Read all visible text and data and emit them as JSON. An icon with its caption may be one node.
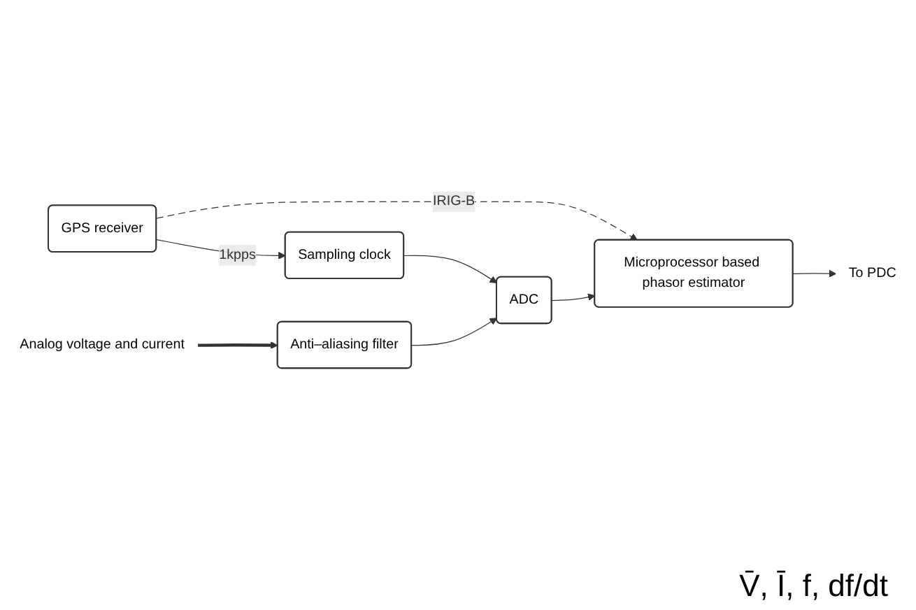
{
  "diagram": {
    "nodes": [
      {
        "text": [
          "GPS receiver"
        ]
      },
      {
        "text": [
          "Sampling clock"
        ]
      },
      {
        "text": [
          "Analog voltage and current"
        ]
      },
      {
        "text": [
          "Anti–aliasing filter"
        ]
      },
      {
        "text": [
          "ADC"
        ]
      },
      {
        "text": [
          "Microprocessor based phasor estimator"
        ]
      },
      {
        "text": [
          "To PDC"
        ]
      }
    ],
    "edges": [
      {
        "from": 0,
        "to": 1,
        "arrow": "to",
        "label": "1kpps"
      },
      {
        "from": 0,
        "to": 5,
        "arrow": "to",
        "label": "IRIG-B",
        "style": "dashed"
      },
      {
        "from": 2,
        "to": 3,
        "arrow": "to",
        "style": "thick"
      },
      {
        "from": 1,
        "to": 4,
        "arrow": "to"
      },
      {
        "from": 3,
        "to": 4,
        "arrow": "to"
      },
      {
        "from": 4,
        "to": 5,
        "arrow": "to"
      },
      {
        "from": 5,
        "to": 6,
        "arrow": "to"
      }
    ],
    "labels": [
      "V̄, Ī, f, df/dt"
    ]
  }
}
